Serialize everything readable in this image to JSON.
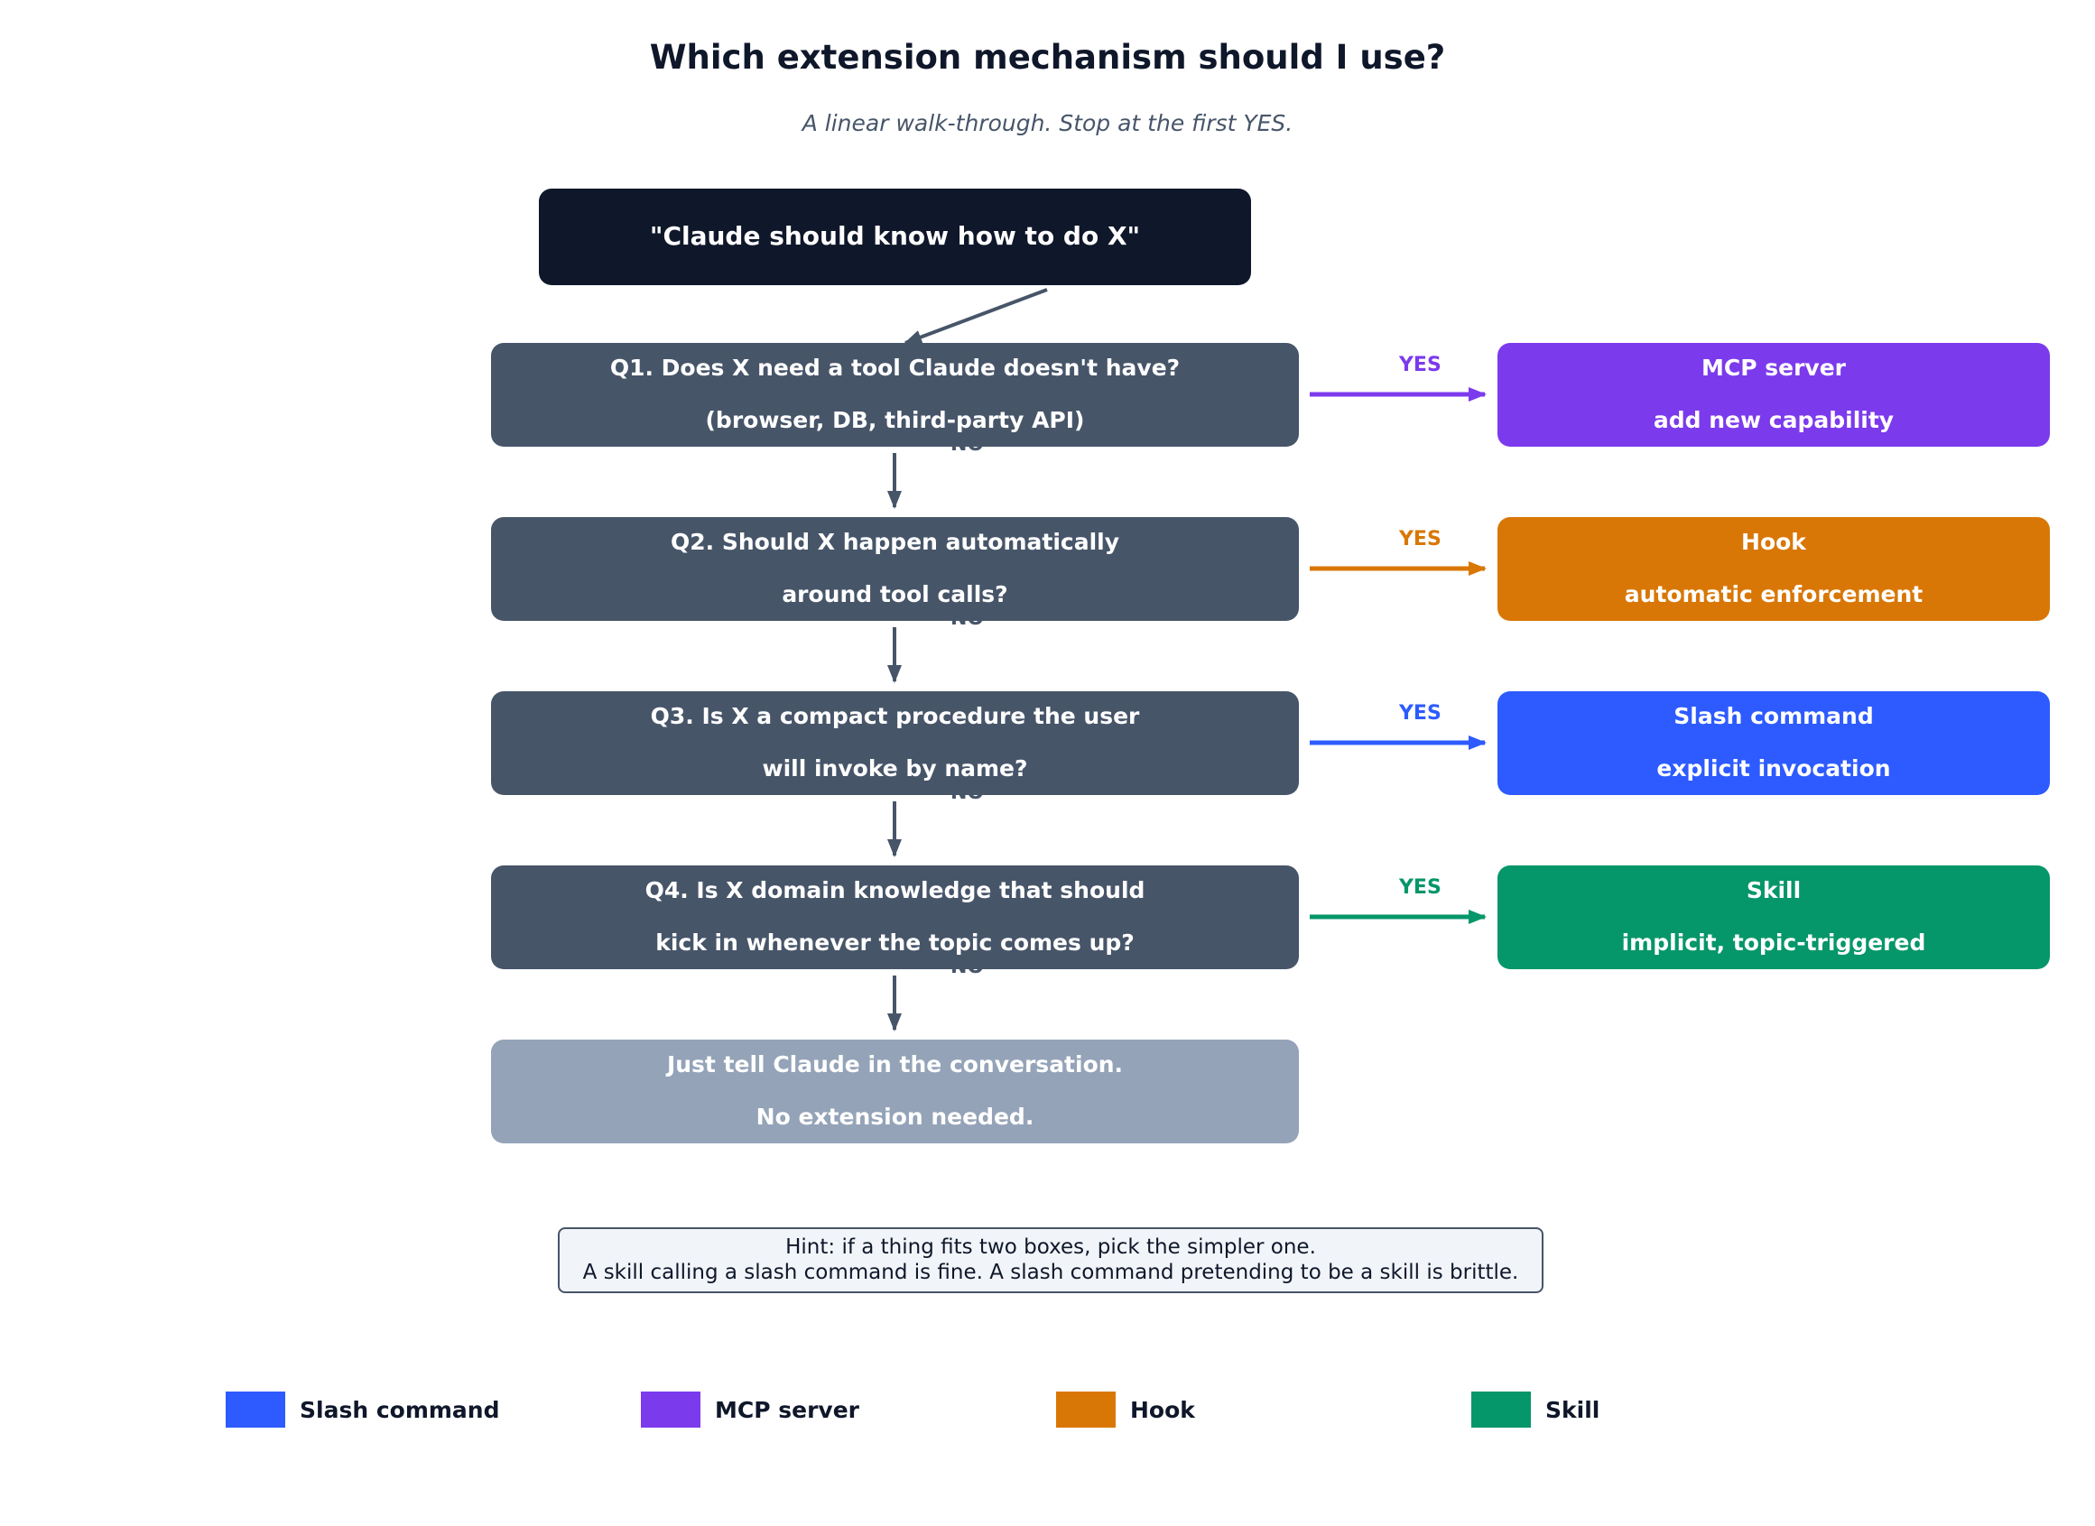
{
  "title": "Which extension mechanism should I use?",
  "subtitle": "A linear walk-through. Stop at the first YES.",
  "start": "\"Claude should know how to do X\"",
  "questions": [
    {
      "lines": [
        "Q1. Does X need a tool Claude doesn't have?",
        "(browser, DB, third-party API)"
      ]
    },
    {
      "lines": [
        "Q2. Should X happen automatically",
        "around tool calls?"
      ]
    },
    {
      "lines": [
        "Q3. Is X a compact procedure the user",
        "will invoke by name?"
      ]
    },
    {
      "lines": [
        "Q4. Is X domain knowledge that should",
        "kick in whenever the topic comes up?"
      ]
    }
  ],
  "answers": [
    {
      "lines": [
        "MCP server",
        "add new capability"
      ],
      "color": "#7c3aed"
    },
    {
      "lines": [
        "Hook",
        "automatic enforcement"
      ],
      "color": "#d97706"
    },
    {
      "lines": [
        "Slash command",
        "explicit invocation"
      ],
      "color": "#2d5bff"
    },
    {
      "lines": [
        "Skill",
        "implicit, topic-triggered"
      ],
      "color": "#059669"
    }
  ],
  "yes_label": "YES",
  "no_label": "NO",
  "fallback": {
    "lines": [
      "Just tell Claude in the conversation.",
      "No extension needed."
    ]
  },
  "hint": {
    "lines": [
      "Hint: if a thing fits two boxes, pick the simpler one.",
      "A skill calling a slash command is fine. A slash command pretending to be a skill is brittle."
    ]
  },
  "legend": [
    {
      "label": "Slash command",
      "color": "#2d5bff"
    },
    {
      "label": "MCP server",
      "color": "#7c3aed"
    },
    {
      "label": "Hook",
      "color": "#d97706"
    },
    {
      "label": "Skill",
      "color": "#059669"
    }
  ],
  "colors": {
    "start_box": "#0f172a",
    "question_box": "#475569",
    "fallback_box": "#94a3b8",
    "arrow": "#475569"
  }
}
